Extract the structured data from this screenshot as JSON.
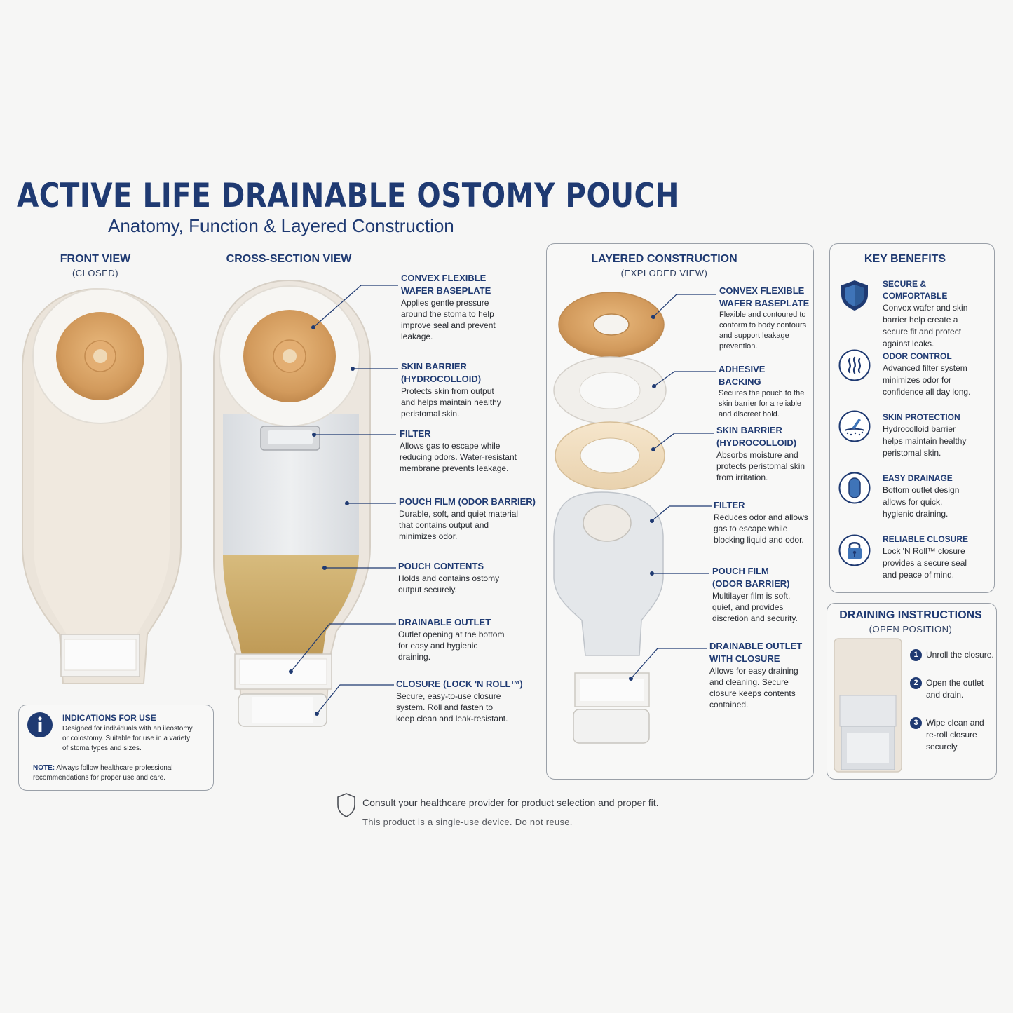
{
  "header": {
    "title": "ACTIVE LIFE DRAINABLE OSTOMY POUCH",
    "subtitle": "Anatomy, Function & Layered Construction"
  },
  "front_view": {
    "title": "FRONT VIEW",
    "sub": "(CLOSED)"
  },
  "cross_section": {
    "title": "CROSS-SECTION VIEW",
    "labels": [
      {
        "title": "CONVEX FLEXIBLE",
        "title2": "WAFER BASEPLATE",
        "text": "Applies gentle pressure",
        "text2": "around the stoma to help",
        "text3": "improve seal and prevent",
        "text4": "leakage."
      },
      {
        "title": "SKIN BARRIER (HYDROCOLLOID)",
        "text": "Protects skin from output",
        "text2": "and helps maintain healthy",
        "text3": "peristomal skin."
      },
      {
        "title": "FILTER",
        "text": "Allows gas to escape while",
        "text2": "reducing odors. Water-resistant",
        "text3": "membrane prevents leakage."
      },
      {
        "title": "POUCH FILM (ODOR BARRIER)",
        "text": "Durable, soft, and quiet material",
        "text2": "that contains output and",
        "text3": "minimizes odor."
      },
      {
        "title": "POUCH CONTENTS",
        "text": "Holds and contains ostomy",
        "text2": "output securely."
      },
      {
        "title": "DRAINABLE OUTLET",
        "text": "Outlet opening at the bottom",
        "text2": "for easy and hygienic",
        "text3": "draining."
      },
      {
        "title": "CLOSURE (LOCK 'N ROLL™)",
        "text": "Secure, easy-to-use closure",
        "text2": "system. Roll and fasten to",
        "text3": "keep clean and leak-resistant."
      }
    ]
  },
  "layered": {
    "title": "LAYERED CONSTRUCTION",
    "sub": "(EXPLODED VIEW)",
    "labels": [
      {
        "title": "CONVEX FLEXIBLE",
        "title2": "WAFER BASEPLATE",
        "text": "Flexible and contoured to",
        "text2": "conform to body contours",
        "text3": "and support leakage",
        "text4": "prevention."
      },
      {
        "title": "ADHESIVE BACKING",
        "text": "Secures the pouch to the",
        "text2": "skin barrier for a reliable",
        "text3": "and discreet hold."
      },
      {
        "title": "SKIN BARRIER",
        "title2": "(HYDROCOLLOID)",
        "text": "Absorbs moisture and",
        "text2": "protects peristomal skin",
        "text3": "from irritation."
      },
      {
        "title": "FILTER",
        "text": "Reduces odor and allows",
        "text2": "gas to escape while",
        "text3": "blocking liquid and odor."
      },
      {
        "title": "POUCH FILM",
        "title2": "(ODOR BARRIER)",
        "text": "Multilayer film is soft,",
        "text2": "quiet, and provides",
        "text3": "discretion and security."
      },
      {
        "title": "DRAINABLE OUTLET",
        "title2": "WITH CLOSURE",
        "text": "Allows for easy draining",
        "text2": "and cleaning. Secure",
        "text3": "closure keeps contents",
        "text4": "contained."
      }
    ]
  },
  "benefits": {
    "title": "KEY BENEFITS",
    "items": [
      {
        "icon": "shield-icon",
        "title": "SECURE & COMFORTABLE",
        "text": "Convex wafer and skin",
        "text2": "barrier help create a",
        "text3": "secure fit and protect",
        "text4": "against leaks."
      },
      {
        "icon": "odor-waves-icon",
        "title": "ODOR CONTROL",
        "text": "Advanced filter system",
        "text2": "minimizes odor for",
        "text3": "confidence all day long."
      },
      {
        "icon": "skin-protection-icon",
        "title": "SKIN PROTECTION",
        "text": "Hydrocolloid barrier",
        "text2": "helps maintain healthy",
        "text3": "peristomal skin."
      },
      {
        "icon": "drainage-icon",
        "title": "EASY DRAINAGE",
        "text": "Bottom outlet design",
        "text2": "allows for quick,",
        "text3": "hygienic draining."
      },
      {
        "icon": "lock-icon",
        "title": "RELIABLE CLOSURE",
        "text": "Lock 'N Roll™ closure",
        "text2": "provides a secure seal",
        "text3": "and peace of mind."
      }
    ]
  },
  "draining": {
    "title": "DRAINING INSTRUCTIONS",
    "sub": "(OPEN POSITION)",
    "steps": [
      {
        "num": "1",
        "text": "Unroll the closure."
      },
      {
        "num": "2",
        "text": "Open the outlet",
        "text2": "and drain."
      },
      {
        "num": "3",
        "text": "Wipe clean and",
        "text2": "re-roll closure",
        "text3": "securely."
      }
    ]
  },
  "indications": {
    "title": "INDICATIONS FOR USE",
    "text": "Designed for individuals with an ileostomy",
    "text2": "or colostomy. Suitable for use in a variety",
    "text3": "of stoma types and sizes.",
    "note_label": "NOTE:",
    "note": " Always follow healthcare professional",
    "note2": "recommendations for proper use and care."
  },
  "footer": {
    "line1": "Consult your healthcare provider for product selection and proper fit.",
    "line2": "This product is a single-use device. Do not reuse."
  },
  "colors": {
    "navy": "#1f3a72",
    "wafer": "#d9a46a",
    "pouch": "#ede6dd",
    "contents": "#c9a96a"
  }
}
